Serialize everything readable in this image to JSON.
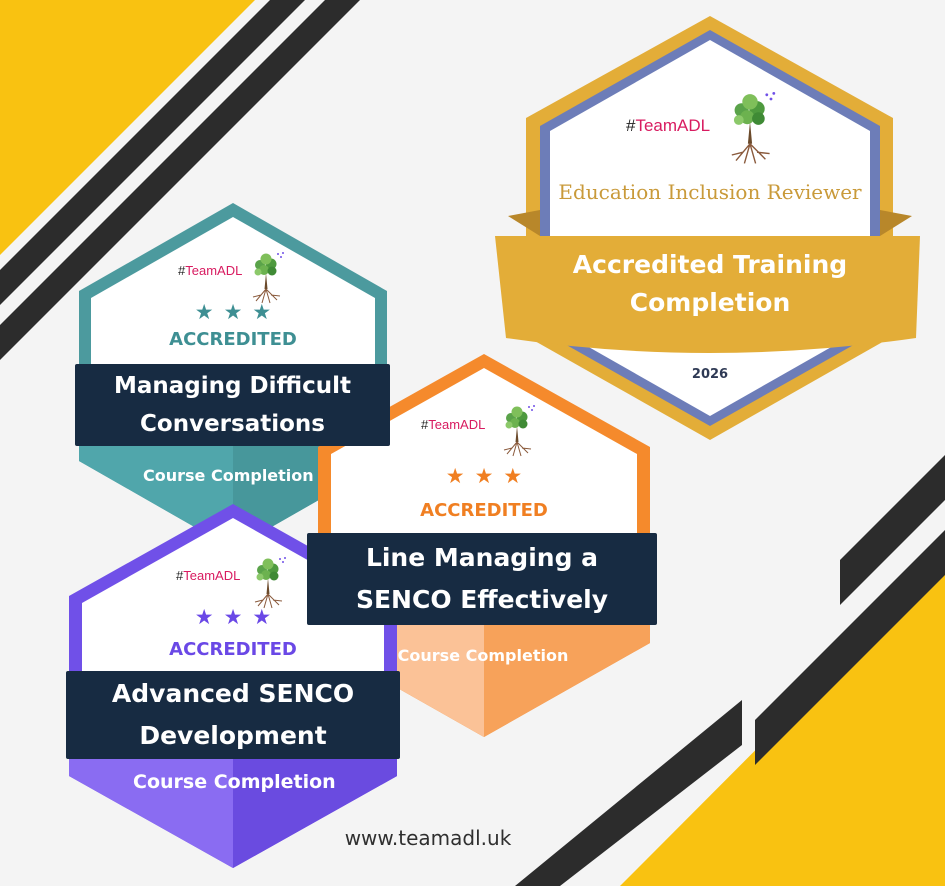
{
  "colors": {
    "yellow": "#f9c211",
    "dark_stripe": "#2c2c2c",
    "teal": "#4c9a9e",
    "orange": "#f58a2c",
    "purple": "#7050e8",
    "gold": "#e3ad38",
    "blue_slate": "#6d7db8",
    "navy": "#172b42"
  },
  "brand": {
    "hash": "#",
    "name": "TeamADL"
  },
  "badges": {
    "managing": {
      "stars": "★★★",
      "accredited": "ACCREDITED",
      "title_line1": "Managing Difficult",
      "title_line2": "Conversations",
      "completion": "Course Completion"
    },
    "line_managing": {
      "stars": "★★★",
      "accredited": "ACCREDITED",
      "title_line1": "Line Managing a",
      "title_line2": "SENCO Effectively",
      "completion": "Course Completion"
    },
    "advanced": {
      "stars": "★★★",
      "accredited": "ACCREDITED",
      "title_line1": "Advanced SENCO",
      "title_line2": "Development",
      "completion": "Course Completion"
    },
    "reviewer": {
      "role": "Education Inclusion Reviewer",
      "ribbon_line1": "Accredited Training",
      "ribbon_line2": "Completion",
      "year": "2026"
    }
  },
  "footer": {
    "url": "www.teamadl.uk"
  }
}
